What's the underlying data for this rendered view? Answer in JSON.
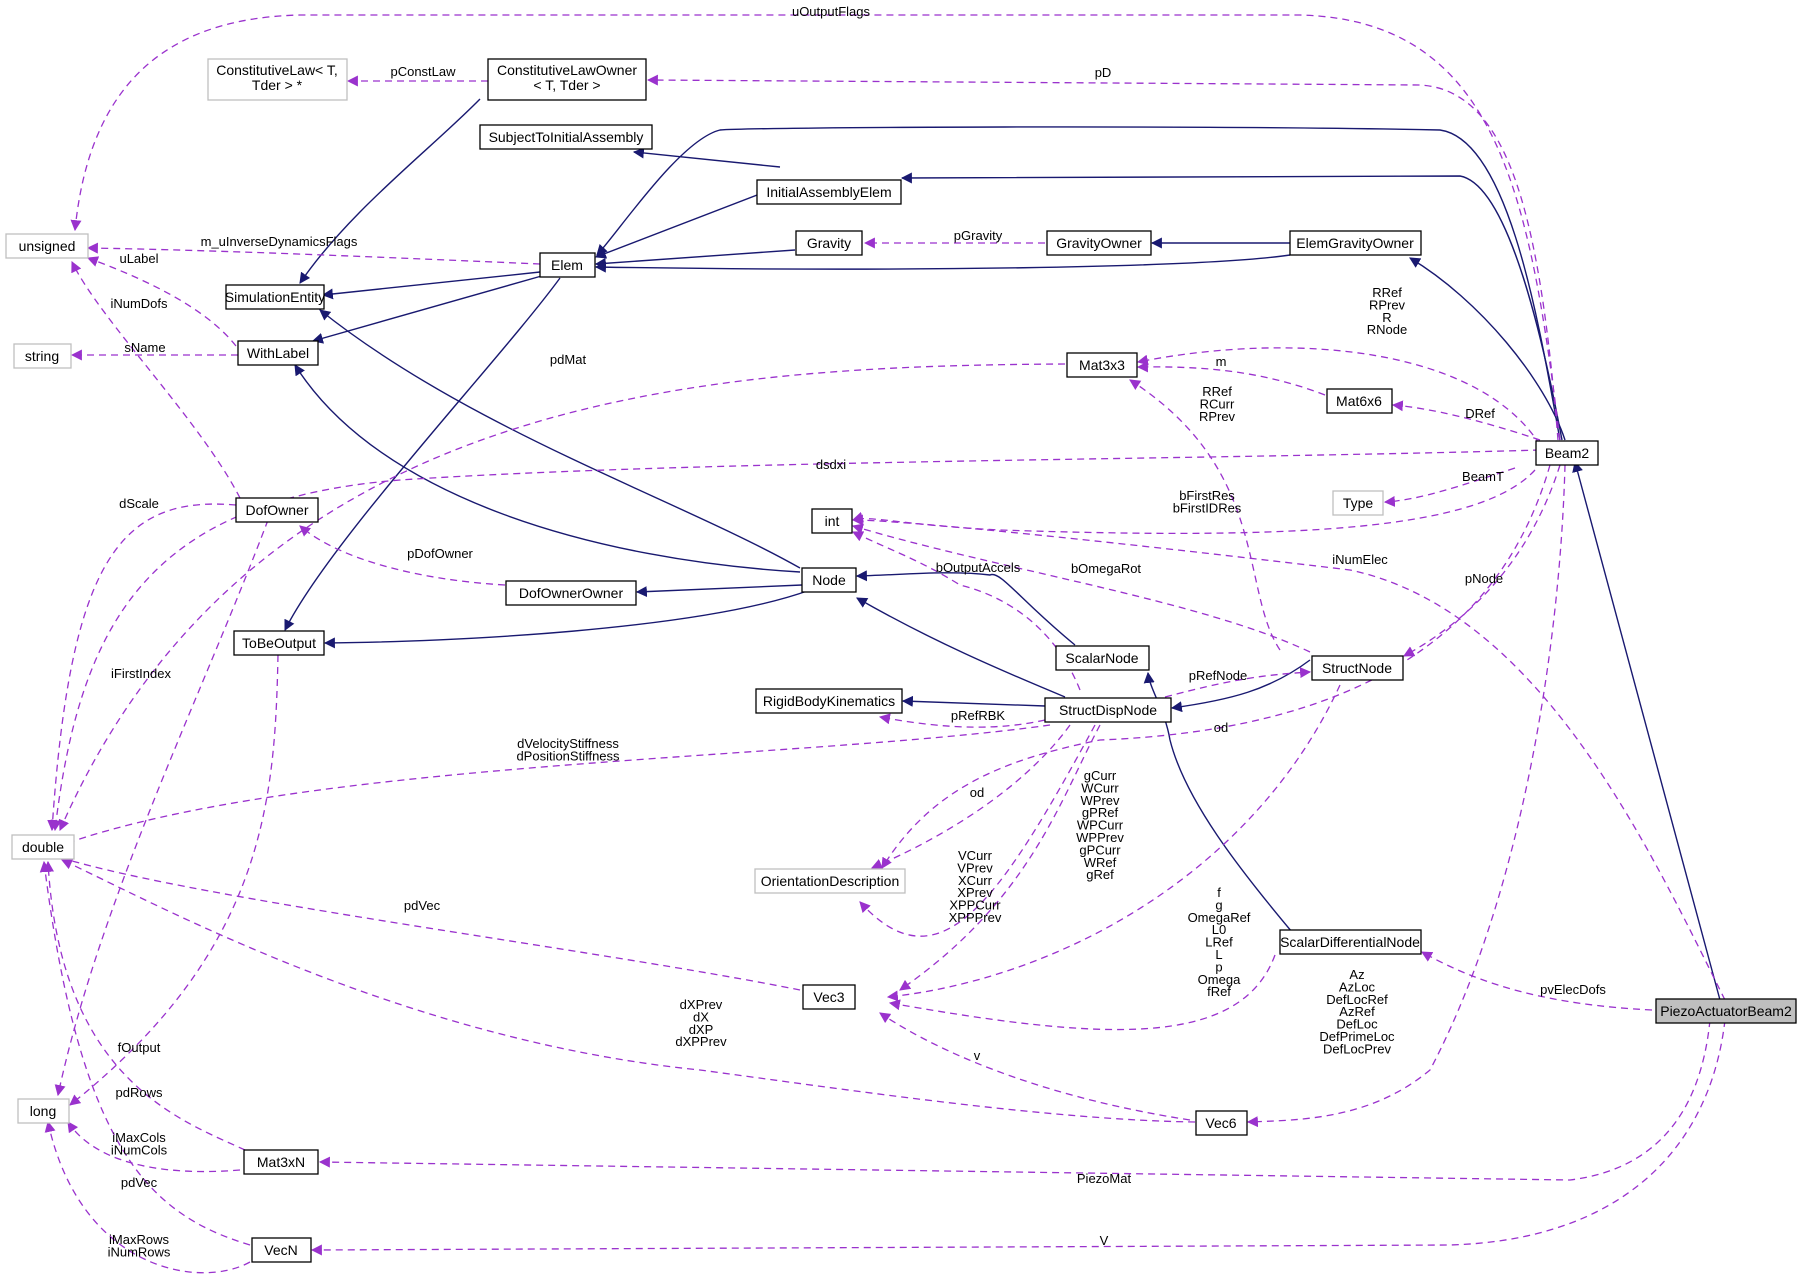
{
  "colors": {
    "inherit_edge": "#191970",
    "usage_edge": "#9a32cd",
    "focus_fill": "#bfbfbf",
    "external_border": "#bfbfbf"
  },
  "nodes": {
    "piezo": [
      "PiezoActuatorBeam2"
    ],
    "beam2": [
      "Beam2"
    ],
    "clo": [
      "ConstitutiveLawOwner",
      "< T, Tder >"
    ],
    "cl": [
      "ConstitutiveLaw< T,",
      "Tder > *"
    ],
    "stia": [
      "SubjectToInitialAssembly"
    ],
    "iae": [
      "InitialAssemblyElem"
    ],
    "elem": [
      "Elem"
    ],
    "gravity": [
      "Gravity"
    ],
    "gravowner": [
      "GravityOwner"
    ],
    "elemgrav": [
      "ElemGravityOwner"
    ],
    "unsigned": [
      "unsigned"
    ],
    "simentity": [
      "SimulationEntity"
    ],
    "string": [
      "string"
    ],
    "withlabel": [
      "WithLabel"
    ],
    "mat3x3": [
      "Mat3x3"
    ],
    "mat6x6": [
      "Mat6x6"
    ],
    "dofowner": [
      "DofOwner"
    ],
    "int": [
      "int"
    ],
    "type": [
      "Type"
    ],
    "node": [
      "Node"
    ],
    "dofownerowner": [
      "DofOwnerOwner"
    ],
    "tobeoutput": [
      "ToBeOutput"
    ],
    "scalarnode": [
      "ScalarNode"
    ],
    "structnode": [
      "StructNode"
    ],
    "rbk": [
      "RigidBodyKinematics"
    ],
    "sdn": [
      "StructDispNode"
    ],
    "double": [
      "double"
    ],
    "orient": [
      "OrientationDescription"
    ],
    "sdiffn": [
      "ScalarDifferentialNode"
    ],
    "vec3": [
      "Vec3"
    ],
    "long": [
      "long"
    ],
    "vec6": [
      "Vec6"
    ],
    "mat3xn": [
      "Mat3xN"
    ],
    "vecn": [
      "VecN"
    ]
  },
  "edge_labels": {
    "uOutputFlags": [
      "uOutputFlags"
    ],
    "pD": [
      "pD"
    ],
    "pConstLaw": [
      "pConstLaw"
    ],
    "m_uInverseDynamicsFlags": [
      "m_uInverseDynamicsFlags"
    ],
    "uLabel": [
      "uLabel"
    ],
    "iNumDofs": [
      "iNumDofs"
    ],
    "sName": [
      "sName"
    ],
    "pGravity": [
      "pGravity"
    ],
    "pdMat": [
      "pdMat"
    ],
    "mat3x3_beam": [
      "RRef",
      "RPrev",
      "R",
      "RNode"
    ],
    "m": [
      "m"
    ],
    "mat3x3_struct": [
      "RRef",
      "RCurr",
      "RPrev"
    ],
    "DRef": [
      "DRef"
    ],
    "dsdxi": [
      "dsdxi"
    ],
    "BeamT": [
      "BeamT"
    ],
    "int_beam": [
      "bFirstRes",
      "bFirstIDRes"
    ],
    "dScale": [
      "dScale"
    ],
    "pDofOwner": [
      "pDofOwner"
    ],
    "bOutputAccels": [
      "bOutputAccels"
    ],
    "bOmegaRot": [
      "bOmegaRot"
    ],
    "iNumElec": [
      "iNumElec"
    ],
    "pNode": [
      "pNode"
    ],
    "iFirstIndex": [
      "iFirstIndex"
    ],
    "pRefNode": [
      "pRefNode"
    ],
    "pRefRBK": [
      "pRefRBK"
    ],
    "stiffness": [
      "dVelocityStiffness",
      "dPositionStiffness"
    ],
    "od_beam": [
      "od"
    ],
    "od_sdn": [
      "od"
    ],
    "vec3_sdn_g": [
      "gCurr",
      "WCurr",
      "WPrev",
      "gPRef",
      "WPCurr",
      "WPPrev",
      "gPCurr",
      "WRef",
      "gRef"
    ],
    "vec3_sdn_v": [
      "VCurr",
      "VPrev",
      "XCurr",
      "XPrev",
      "XPPCurr",
      "XPPPrev"
    ],
    "pdVec_vec3": [
      "pdVec"
    ],
    "vec3_beam": [
      "f",
      "g",
      "OmegaRef",
      "L0",
      "LRef",
      "L",
      "p",
      "Omega",
      "fRef"
    ],
    "pvElecDofs": [
      "pvElecDofs"
    ],
    "vec6_beam": [
      "Az",
      "AzLoc",
      "DefLocRef",
      "AzRef",
      "DefLoc",
      "DefPrimeLoc",
      "DefLocPrev"
    ],
    "dX": [
      "dXPrev",
      "dX",
      "dXP",
      "dXPPrev"
    ],
    "fOutput": [
      "fOutput"
    ],
    "v": [
      "v"
    ],
    "pdRows": [
      "pdRows"
    ],
    "iCols": [
      "iMaxCols",
      "iNumCols"
    ],
    "PiezoMat": [
      "PiezoMat"
    ],
    "pdVec_vecn": [
      "pdVec"
    ],
    "iRows": [
      "iMaxRows",
      "iNumRows"
    ],
    "V": [
      "V"
    ]
  }
}
